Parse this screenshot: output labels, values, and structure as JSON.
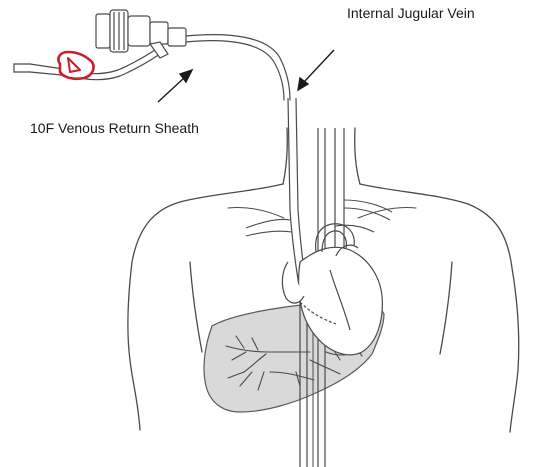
{
  "labels": {
    "internal_jugular_vein": "Internal Jugular Vein",
    "venous_return_sheath": "10F Venous Return Sheath"
  },
  "colors": {
    "outline": "#4a4a4a",
    "liver_fill": "#d9d9d9",
    "clamp": "#c8202a",
    "text": "#1a1a1a"
  },
  "icons": {
    "clamp": "red-roller-clamp"
  }
}
